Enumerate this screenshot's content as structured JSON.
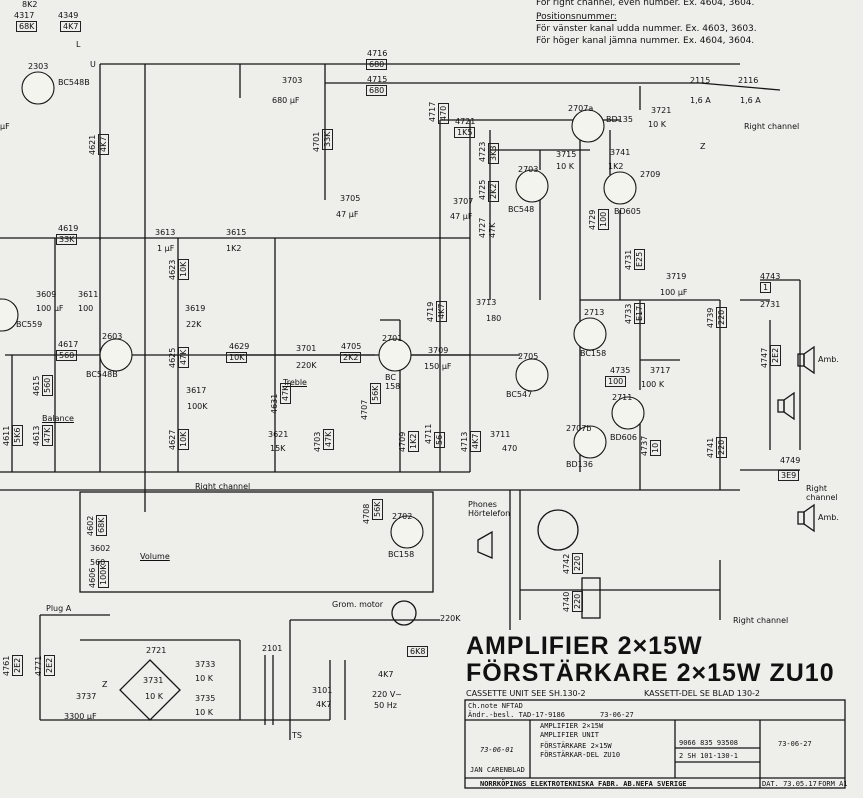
{
  "header": {
    "right_channel_line": "For right channel, even number. Ex. 4604, 3604.",
    "position_title": "Positionsnummer:",
    "left_kanal": "För vänster kanal udda nummer. Ex. 4603, 3603.",
    "right_kanal": "För höger kanal jämna nummer. Ex. 4604, 3604."
  },
  "title": {
    "line1": "AMPLIFIER   2×15W",
    "line2": "FÖRSTÄRKARE 2×15W  ZU10",
    "sub_left": "CASSETTE UNIT SEE SH.130-2",
    "sub_right": "KASSETT-DEL SE BLAD 130-2"
  },
  "labels": {
    "right_channel_top": "Right channel",
    "right_channel_mid": "Right channel",
    "right_channel_bot": "Right channel",
    "right_channel_r1": "Right",
    "right_channel_r2": "channel",
    "amb1": "Amb.",
    "amb2": "Amb.",
    "balance": "Balance",
    "treble": "Treble",
    "volume": "Volume",
    "phones1": "Phones",
    "phones2": "Hörtelefon",
    "plug_a": "Plug A",
    "grom_motor": "Grom. motor",
    "mains": "220 V~",
    "freq": "50 Hz",
    "ts": "TS",
    "u": "U",
    "l": "L",
    "z1": "Z",
    "z2": "Z"
  },
  "transistors": [
    {
      "ref": "2303",
      "type": "BC548B"
    },
    {
      "ref": "2603",
      "type": "BC548B"
    },
    {
      "ref": "2701",
      "type": "BC 158"
    },
    {
      "ref": "2702",
      "type": "BC158"
    },
    {
      "ref": "2703",
      "type": "BC548"
    },
    {
      "ref": "2705",
      "type": "BC547"
    },
    {
      "ref": "2707a",
      "type": "BD135"
    },
    {
      "ref": "2707b",
      "type": "BD136"
    },
    {
      "ref": "2709",
      "type": "BD605"
    },
    {
      "ref": "2711",
      "type": "BD606"
    },
    {
      "ref": "2713",
      "type": "BC158"
    },
    {
      "ref": "",
      "type": "BC559"
    }
  ],
  "resistors": [
    {
      "ref": "4317",
      "val": "68K"
    },
    {
      "ref": "4349",
      "val": "4K7"
    },
    {
      "ref": "4716",
      "val": "680"
    },
    {
      "ref": "4715",
      "val": "680"
    },
    {
      "ref": "4721",
      "val": "1K5"
    },
    {
      "ref": "4717",
      "val": "470"
    },
    {
      "ref": "4619",
      "val": "33K"
    },
    {
      "ref": "4617",
      "val": "560"
    },
    {
      "ref": "4629",
      "val": "10K"
    },
    {
      "ref": "4705",
      "val": "2K2"
    },
    {
      "ref": "4735",
      "val": "100"
    },
    {
      "ref": "3615",
      "val": "1K2"
    },
    {
      "ref": "4743",
      "val": "1"
    },
    {
      "ref": "4749",
      "val": "3E9"
    },
    {
      "ref": "4701",
      "val": "33K"
    },
    {
      "ref": "4723",
      "val": "3K3"
    },
    {
      "ref": "4725",
      "val": "2K2"
    },
    {
      "ref": "4727",
      "val": "47K"
    },
    {
      "ref": "4719",
      "val": "4K7"
    },
    {
      "ref": "4729",
      "val": "100"
    },
    {
      "ref": "4731",
      "val": "E25"
    },
    {
      "ref": "4733",
      "val": "E17"
    },
    {
      "ref": "4739",
      "val": "220"
    },
    {
      "ref": "4737",
      "val": "10"
    },
    {
      "ref": "4741",
      "val": "220"
    },
    {
      "ref": "4707",
      "val": "56K"
    },
    {
      "ref": "4709",
      "val": "1K2"
    },
    {
      "ref": "4711",
      "val": "56"
    },
    {
      "ref": "4713",
      "val": "4K7"
    },
    {
      "ref": "4708",
      "val": "56K"
    },
    {
      "ref": "4742",
      "val": "220"
    },
    {
      "ref": "4740",
      "val": "220"
    },
    {
      "ref": "4623",
      "val": "10K"
    },
    {
      "ref": "4625",
      "val": "47K"
    },
    {
      "ref": "4627",
      "val": "10K"
    },
    {
      "ref": "4631",
      "val": "47K"
    },
    {
      "ref": "4703",
      "val": "47K"
    },
    {
      "ref": "4615",
      "val": "560"
    },
    {
      "ref": "4613",
      "val": "47K"
    },
    {
      "ref": "4611",
      "val": "5K6"
    },
    {
      "ref": "4621",
      "val": "4K7"
    },
    {
      "ref": "4602",
      "val": "68K"
    },
    {
      "ref": "4606",
      "val": "100K"
    },
    {
      "ref": "4761",
      "val": "2E2"
    },
    {
      "ref": "4771",
      "val": "2E2"
    },
    {
      "ref": "",
      "val": "6K8"
    },
    {
      "ref": "",
      "val": "4K7"
    },
    {
      "ref": "",
      "val": "220K"
    },
    {
      "ref": "",
      "val": "8K2"
    }
  ],
  "capacitors": [
    {
      "ref": "3703",
      "val": "680 µF"
    },
    {
      "ref": "3705",
      "val": "47 µF"
    },
    {
      "ref": "3707",
      "val": "47 µF"
    },
    {
      "ref": "3713",
      "val": "180"
    },
    {
      "ref": "3715",
      "val": "10 K"
    },
    {
      "ref": "3721",
      "val": "10 K"
    },
    {
      "ref": "3741",
      "val": "1K2"
    },
    {
      "ref": "3719",
      "val": "100 µF"
    },
    {
      "ref": "3717",
      "val": "100 K"
    },
    {
      "ref": "3709",
      "val": "150 µF"
    },
    {
      "ref": "3711",
      "val": "470"
    },
    {
      "ref": "3701",
      "val": "220K"
    },
    {
      "ref": "3613",
      "val": "1 µF"
    },
    {
      "ref": "3619",
      "val": "22K"
    },
    {
      "ref": "3617",
      "val": "100K"
    },
    {
      "ref": "3621",
      "val": "15K"
    },
    {
      "ref": "3609",
      "val": "100 µF"
    },
    {
      "ref": "3611",
      "val": "100"
    },
    {
      "ref": "3602",
      "val": "560"
    },
    {
      "ref": "3737",
      "val": "3300 µF"
    },
    {
      "ref": "3731",
      "val": "10 K"
    },
    {
      "ref": "3733",
      "val": "10 K"
    },
    {
      "ref": "3735",
      "val": "10 K"
    },
    {
      "ref": "3101",
      "val": "4K7"
    },
    {
      "ref": "2115",
      "val": "1,6 A"
    },
    {
      "ref": "2116",
      "val": "1,6 A"
    },
    {
      "ref": "2721",
      "val": ""
    },
    {
      "ref": "2101",
      "val": ""
    },
    {
      "ref": "2731",
      "val": ""
    },
    {
      "ref": "4747",
      "val": "2E2"
    },
    {
      "ref": "",
      "val": "µF"
    }
  ],
  "title_block": {
    "ch_note": "Ch.note NFTAD",
    "andr": "Ändr.-besl. TAD-17-9186",
    "date1": "73-06-27",
    "name_en": "AMPLIFIER 2×15W",
    "name_en2": "AMPLIFIER UNIT",
    "name_sv": "FÖRSTÄRKARE 2×15W",
    "name_sv2": "FÖRSTÄRKAR-DEL  ZU10",
    "drawing_no": "9066 835 93508",
    "sheet": "2 SH 101-130-1",
    "stamp": "73-06-01",
    "drawn": "JAN CARENBLAD",
    "company": "NORRKÖPINGS ELEKTROTEKNISKA FABR. AB.NEFA SVERIGE",
    "dat": "DAT. 73.05.17",
    "format": "FORM A1",
    "mark": "73-06-27"
  }
}
